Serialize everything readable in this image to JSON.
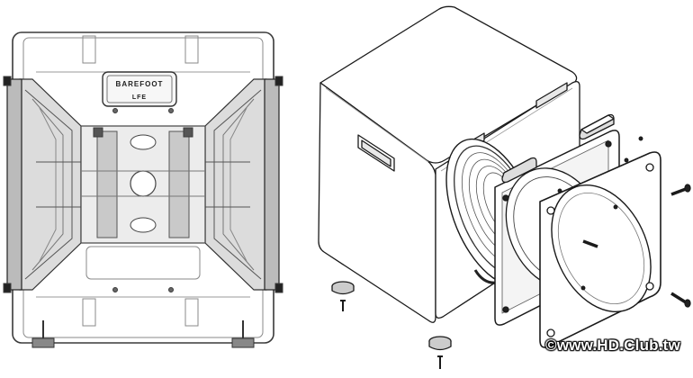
{
  "figure": {
    "left_view": "x-ray front view of dual opposed woofer enclosure",
    "right_view": "exploded view of woofer mounting with ring plate, spacer and screws"
  },
  "logo": {
    "top_badge_text": "BAREFOOT",
    "bottom_badge_text": "LFE"
  },
  "watermark": {
    "text": "©www.HD.Club.tw"
  },
  "colors": {
    "line": "#1a1a1a",
    "grey_line": "#7a7a7a",
    "light_fill": "#e6e6e6",
    "mid_fill": "#bdbdbd",
    "dark_fill": "#333333",
    "background": "#ffffff"
  }
}
